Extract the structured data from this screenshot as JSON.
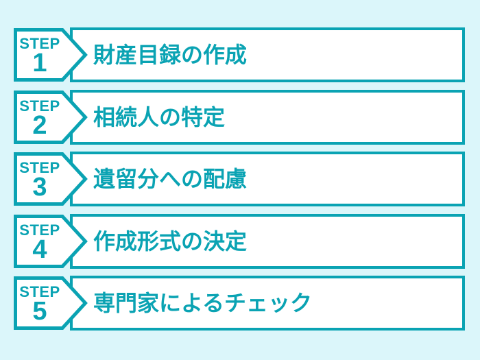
{
  "colors": {
    "background": "#DBF6FA",
    "teal": "#0AA3B3",
    "box_background": "#FFFFFF"
  },
  "diagram": {
    "description_visible_text_only": true,
    "steps": [
      {
        "step_label": "STEP",
        "number": "1",
        "title": "財産目録の作成"
      },
      {
        "step_label": "STEP",
        "number": "2",
        "title": "相続人の特定"
      },
      {
        "step_label": "STEP",
        "number": "3",
        "title": "遺留分への配慮"
      },
      {
        "step_label": "STEP",
        "number": "4",
        "title": "作成形式の決定"
      },
      {
        "step_label": "STEP",
        "number": "5",
        "title": "専門家によるチェック"
      }
    ]
  }
}
